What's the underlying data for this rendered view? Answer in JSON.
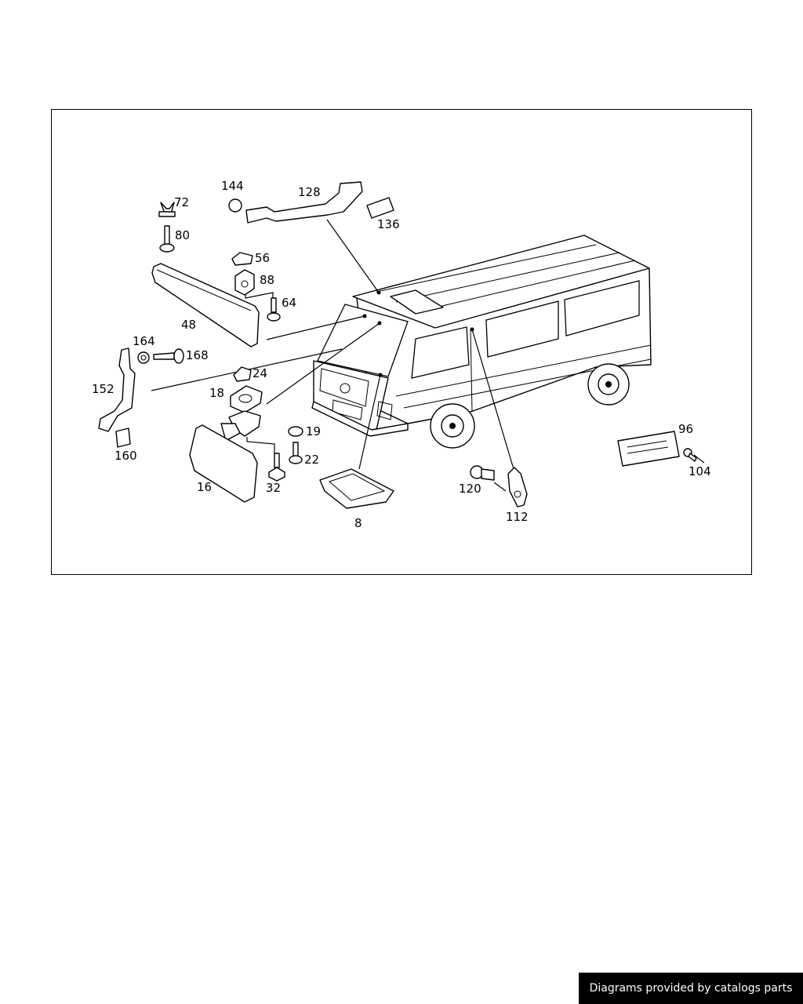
{
  "diagram": {
    "callouts": [
      {
        "id": "72",
        "text": "72"
      },
      {
        "id": "80",
        "text": "80"
      },
      {
        "id": "144",
        "text": "144"
      },
      {
        "id": "128",
        "text": "128"
      },
      {
        "id": "136",
        "text": "136"
      },
      {
        "id": "56",
        "text": "56"
      },
      {
        "id": "88",
        "text": "88"
      },
      {
        "id": "64",
        "text": "64"
      },
      {
        "id": "48",
        "text": "48"
      },
      {
        "id": "164",
        "text": "164"
      },
      {
        "id": "168",
        "text": "168"
      },
      {
        "id": "152",
        "text": "152"
      },
      {
        "id": "160",
        "text": "160"
      },
      {
        "id": "24",
        "text": "24"
      },
      {
        "id": "18",
        "text": "18"
      },
      {
        "id": "19",
        "text": "19"
      },
      {
        "id": "22",
        "text": "22"
      },
      {
        "id": "16",
        "text": "16"
      },
      {
        "id": "32",
        "text": "32"
      },
      {
        "id": "8",
        "text": "8"
      },
      {
        "id": "120",
        "text": "120"
      },
      {
        "id": "112",
        "text": "112"
      },
      {
        "id": "96",
        "text": "96"
      },
      {
        "id": "104",
        "text": "104"
      }
    ]
  },
  "footer": {
    "credit": "Diagrams provided by catalogs parts"
  }
}
